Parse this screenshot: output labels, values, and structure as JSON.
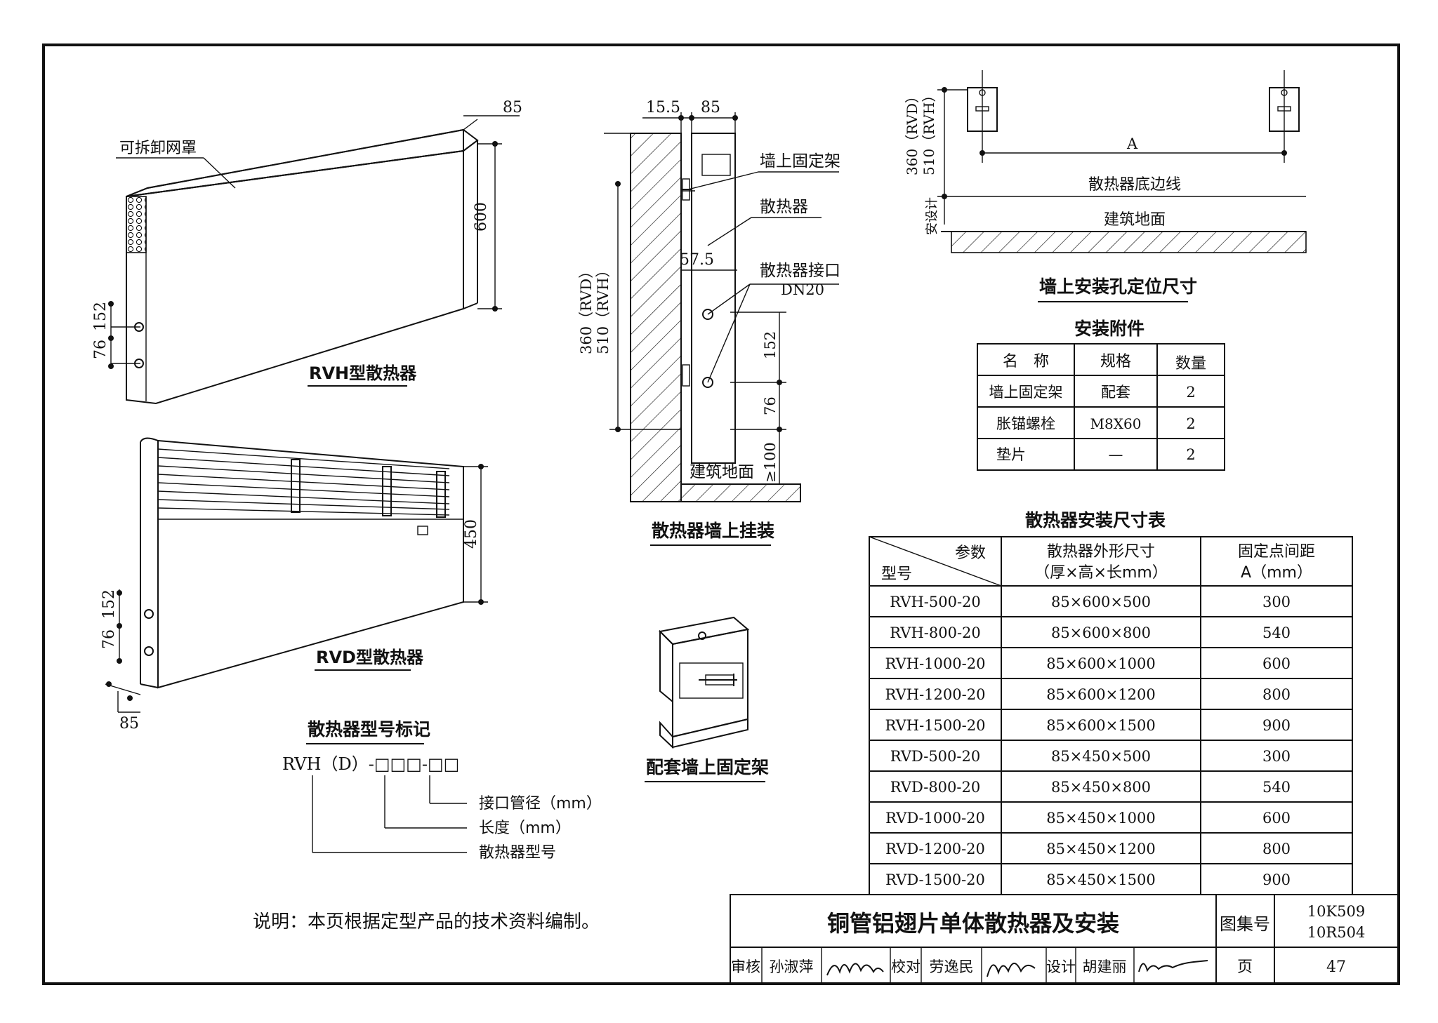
{
  "rvh": {
    "title": "RVH型散热器",
    "mesh_label": "可拆卸网罩",
    "dim_depth": "85",
    "dim_height": "600",
    "dim_152": "152",
    "dim_76": "76"
  },
  "rvd": {
    "title": "RVD型散热器",
    "dim_height": "450",
    "dim_152": "152",
    "dim_76": "76",
    "dim_depth": "85"
  },
  "model_code": {
    "title": "散热器型号标记",
    "code": "RVH（D）-□□□-□□",
    "labels": [
      "接口管径（mm）",
      "长度（mm）",
      "散热器型号"
    ]
  },
  "wall_mount": {
    "title": "散热器墙上挂装",
    "dim_15_5": "15.5",
    "dim_85": "85",
    "dim_57_5": "57.5",
    "dim_left_1": "360（RVD）",
    "dim_left_2": "510（RVH）",
    "dim_152": "152",
    "dim_76": "76",
    "dim_100": "≥100",
    "label_bracket": "墙上固定架",
    "label_radiator": "散热器",
    "label_port": "散热器接口",
    "label_dn": "DN20",
    "label_floor": "建筑地面"
  },
  "bracket": {
    "title": "配套墙上固定架"
  },
  "holes": {
    "title": "墙上安装孔定位尺寸",
    "dim_left_1": "360（RVD）",
    "dim_left_2": "510（RVH）",
    "dim_a": "A",
    "label_bottom_edge": "散热器底边线",
    "label_floor": "建筑地面",
    "label_install_height": "安设计"
  },
  "accessories": {
    "title": "安装附件",
    "headers": [
      "名　称",
      "规格",
      "数量"
    ],
    "rows": [
      [
        "墙上固定架",
        "配套",
        "2"
      ],
      [
        "胀锚螺栓",
        "M8X60",
        "2"
      ],
      [
        "垫片",
        "—",
        "2"
      ]
    ]
  },
  "size_table": {
    "title": "散热器安装尺寸表",
    "header_param": "参数",
    "header_model": "型号",
    "header_size_1": "散热器外形尺寸",
    "header_size_2": "（厚×高×长mm）",
    "header_a_1": "固定点间距",
    "header_a_2": "A（mm）",
    "rows": [
      [
        "RVH-500-20",
        "85×600×500",
        "300"
      ],
      [
        "RVH-800-20",
        "85×600×800",
        "540"
      ],
      [
        "RVH-1000-20",
        "85×600×1000",
        "600"
      ],
      [
        "RVH-1200-20",
        "85×600×1200",
        "800"
      ],
      [
        "RVH-1500-20",
        "85×600×1500",
        "900"
      ],
      [
        "RVD-500-20",
        "85×450×500",
        "300"
      ],
      [
        "RVD-800-20",
        "85×450×800",
        "540"
      ],
      [
        "RVD-1000-20",
        "85×450×1000",
        "600"
      ],
      [
        "RVD-1200-20",
        "85×450×1200",
        "800"
      ],
      [
        "RVD-1500-20",
        "85×450×1500",
        "900"
      ]
    ]
  },
  "note": "说明：本页根据定型产品的技术资料编制。",
  "title_block": {
    "title": "铜管铝翅片单体散热器及安装",
    "atlas_label": "图集号",
    "atlas_no_1": "10K509",
    "atlas_no_2": "10R504",
    "review_label": "审核",
    "reviewer": "孙淑萍",
    "check_label": "校对",
    "checker": "劳逸民",
    "design_label": "设计",
    "designer": "胡建丽",
    "page_label": "页",
    "page_no": "47"
  }
}
